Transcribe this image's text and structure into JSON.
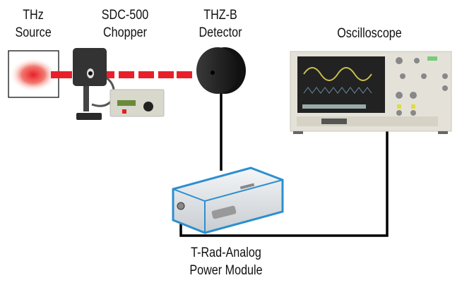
{
  "labels": {
    "source": [
      "THz",
      "Source"
    ],
    "chopper": [
      "SDC-500",
      "Chopper"
    ],
    "detector": [
      "THZ-B",
      "Detector"
    ],
    "oscilloscope": "Oscilloscope",
    "power_module": [
      "T-Rad-Analog",
      "Power Module"
    ]
  },
  "colors": {
    "beam": "#e8202a",
    "cable": "#000000",
    "scope_body": "#e4e2d8",
    "module_trim": "#2c8fd0"
  }
}
